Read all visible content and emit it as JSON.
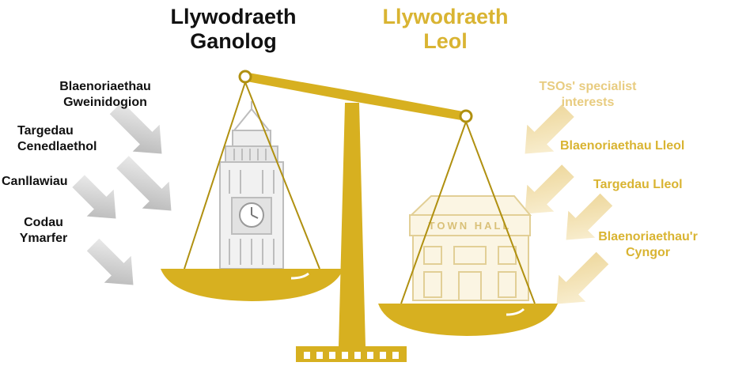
{
  "left_title": {
    "line1": "Llywodraeth",
    "line2": "Ganolog"
  },
  "right_title": {
    "line1": "Llywodraeth",
    "line2": "Leol"
  },
  "left_labels": [
    {
      "line1": "Blaenoriaethau",
      "line2": "Gweinidogion"
    },
    {
      "line1": "Targedau",
      "line2": "Cenedlaethol"
    },
    {
      "line1": "Canllawiau",
      "line2": ""
    },
    {
      "line1": "Codau",
      "line2": "Ymarfer"
    }
  ],
  "right_labels": [
    {
      "line1": "TSOs' specialist",
      "line2": "interests"
    },
    {
      "line1": "Blaenoriaethau Lleol",
      "line2": ""
    },
    {
      "line1": "Targedau Lleol",
      "line2": ""
    },
    {
      "line1": "Blaenoriaethau'r",
      "line2": "Cyngor"
    }
  ],
  "town_hall_sign": "TOWN HALL",
  "colors": {
    "central": "#111111",
    "local": "#d9b432",
    "local_faded": "#e8cc80",
    "gold": "#d7b020",
    "gold_dark": "#a88a12",
    "arrow_grey": "#c4c4c4",
    "building_grey": "#bdbdbd"
  }
}
